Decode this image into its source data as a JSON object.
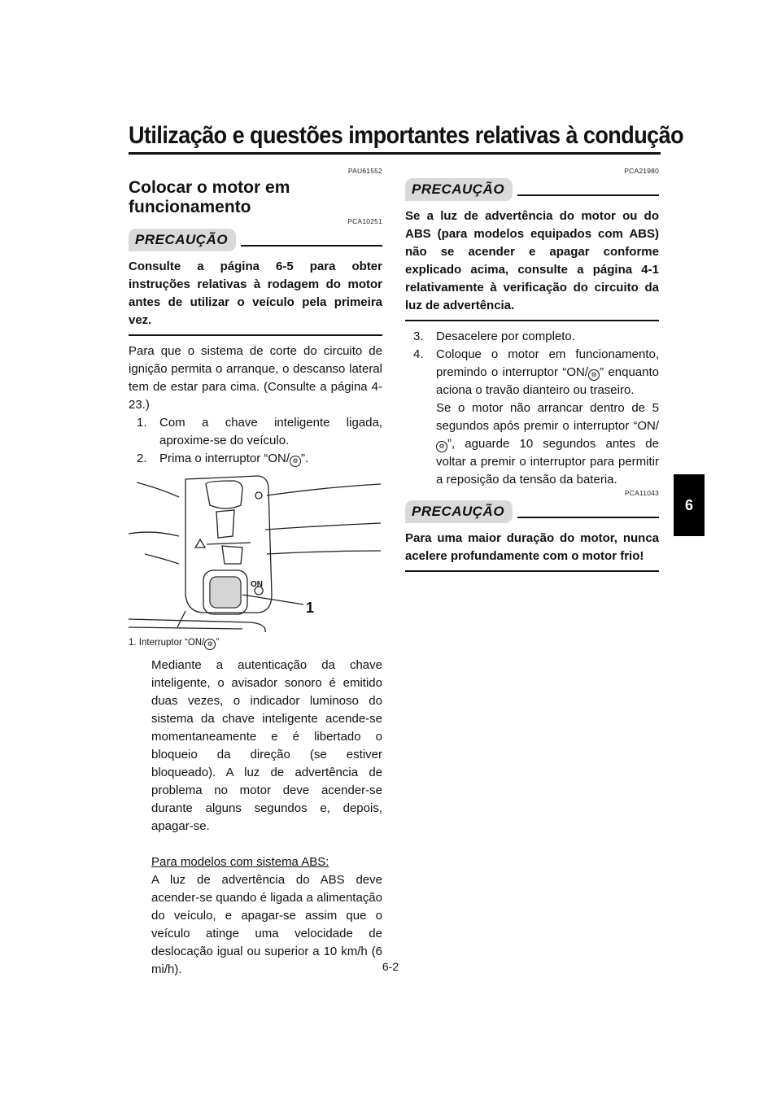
{
  "header": {
    "title": "Utilização e questões importantes relativas à condução"
  },
  "side_tab": "6",
  "left": {
    "code": "PAU61552",
    "heading": "Colocar o motor em funcionamento",
    "caution": {
      "code": "PCA10251",
      "label": "PRECAUÇÃO",
      "text": "Consulte a página 6-5 para obter instruções relativas à rodagem do motor antes de utilizar o veículo pela primeira vez."
    },
    "intro": "Para que o sistema de corte do circuito de ignição permita o arranque, o descanso lateral tem de estar para cima. (Consulte a página 4-23.)",
    "steps": [
      {
        "num": "1.",
        "text": "Com a chave inteligente ligada, aproxime-se do veículo."
      },
      {
        "num": "2.",
        "text_before": "Prima o interruptor “ON/",
        "text_after": "”."
      }
    ],
    "figure": {
      "callout": "1",
      "on_label": "ON",
      "caption_before": "1.  Interruptor “ON/",
      "caption_after": "”"
    },
    "after_figure": "Mediante a autenticação da chave inteligente, o avisador sonoro é emitido duas vezes, o indicador luminoso do sistema da chave inteligente acende-se momentaneamente e é libertado o bloqueio da direção (se estiver bloqueado). A luz de advertência de problema no motor deve acender-se durante alguns segundos e, depois, apagar-se.",
    "abs_heading": "Para modelos com sistema ABS:",
    "abs_text": "A luz de advertência do ABS deve acender-se quando é ligada a alimentação do veículo, e apagar-se assim que o veículo atinge uma velocidade de deslocação igual ou superior a 10 km/h (6 mi/h)."
  },
  "right": {
    "caution1": {
      "code": "PCA21980",
      "label": "PRECAUÇÃO",
      "text": "Se a luz de advertência do motor ou do ABS (para modelos equipados com ABS) não se acender e apagar conforme explicado acima, consulte a página 4-1 relativamente à verificação do circuito da luz de advertência."
    },
    "steps": [
      {
        "num": "3.",
        "text": "Desacelere por completo."
      },
      {
        "num": "4.",
        "text_before": "Coloque o motor em funcionamento, premindo o interruptor “ON/",
        "text_after": "” enquanto aciona o travão dianteiro ou traseiro."
      }
    ],
    "step4_extra_before": "Se o motor não arrancar dentro de 5 segundos após premir o interruptor “ON/",
    "step4_extra_after": "”, aguarde 10 segundos antes de voltar a premir o interruptor para permitir a reposição da tensão da bateria.",
    "caution2": {
      "code": "PCA11043",
      "label": "PRECAUÇÃO",
      "text": "Para uma maior duração do motor, nunca acelere profundamente com o motor frio!"
    }
  },
  "page_number": "6-2"
}
